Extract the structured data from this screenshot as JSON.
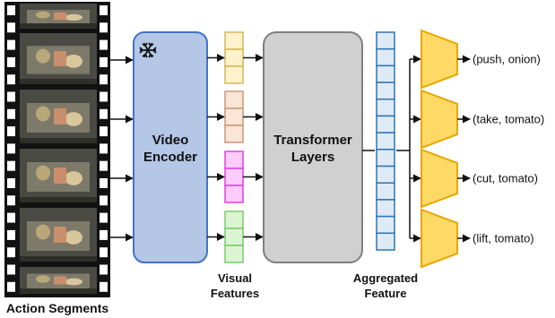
{
  "labels": {
    "action_segments": "Action Segments",
    "video_encoder_line1": "Video",
    "video_encoder_line2": "Encoder",
    "freeze_icon": "snowflake-icon",
    "visual_features_line1": "Visual",
    "visual_features_line2": "Features",
    "transformer_line1": "Transformer",
    "transformer_line2": "Layers",
    "aggregated_line1": "Aggregated",
    "aggregated_line2": "Feature"
  },
  "outputs": [
    {
      "text": "(push, onion)"
    },
    {
      "text": "(take, tomato)"
    },
    {
      "text": "(cut, tomato)"
    },
    {
      "text": "(lift, tomato)"
    }
  ],
  "colors": {
    "encoder_fill": "#b4c7e7",
    "encoder_stroke": "#4472c4",
    "transformer_fill": "#d0d0d0",
    "transformer_stroke": "#7f7f7f",
    "aggregated_fill": "#deebf7",
    "aggregated_stroke": "#2e75b6",
    "head_fill": "#ffd966",
    "head_stroke": "#e6a800",
    "feature_colors": [
      {
        "fill": "#fff2cc",
        "stroke": "#d6b656"
      },
      {
        "fill": "#fbe5d6",
        "stroke": "#c9997a"
      },
      {
        "fill": "#ffccff",
        "stroke": "#e040e0"
      },
      {
        "fill": "#d9f5d3",
        "stroke": "#7ccb6a"
      }
    ]
  }
}
